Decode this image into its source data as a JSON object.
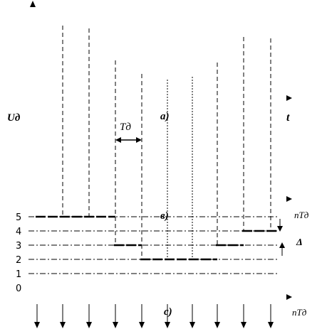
{
  "labels": {
    "amplitude_axis": "Uд",
    "time_axis": "t",
    "panel_a": "а)",
    "panel_b": "в)",
    "panel_c": "с)",
    "sampling_period": "Tд",
    "sample_axis_top": "nTд",
    "sample_axis_bottom": "nTд",
    "quant_step": "Δ"
  },
  "levels": [
    "5",
    "4",
    "3",
    "2",
    "1",
    "0"
  ],
  "chart_data": {
    "type": "timing-diagram",
    "sample_count": 10,
    "quantization_levels": [
      0,
      1,
      2,
      3,
      4,
      5
    ],
    "quantized_values": [
      5,
      5,
      5,
      3,
      2,
      2,
      2,
      3,
      4,
      4
    ]
  }
}
